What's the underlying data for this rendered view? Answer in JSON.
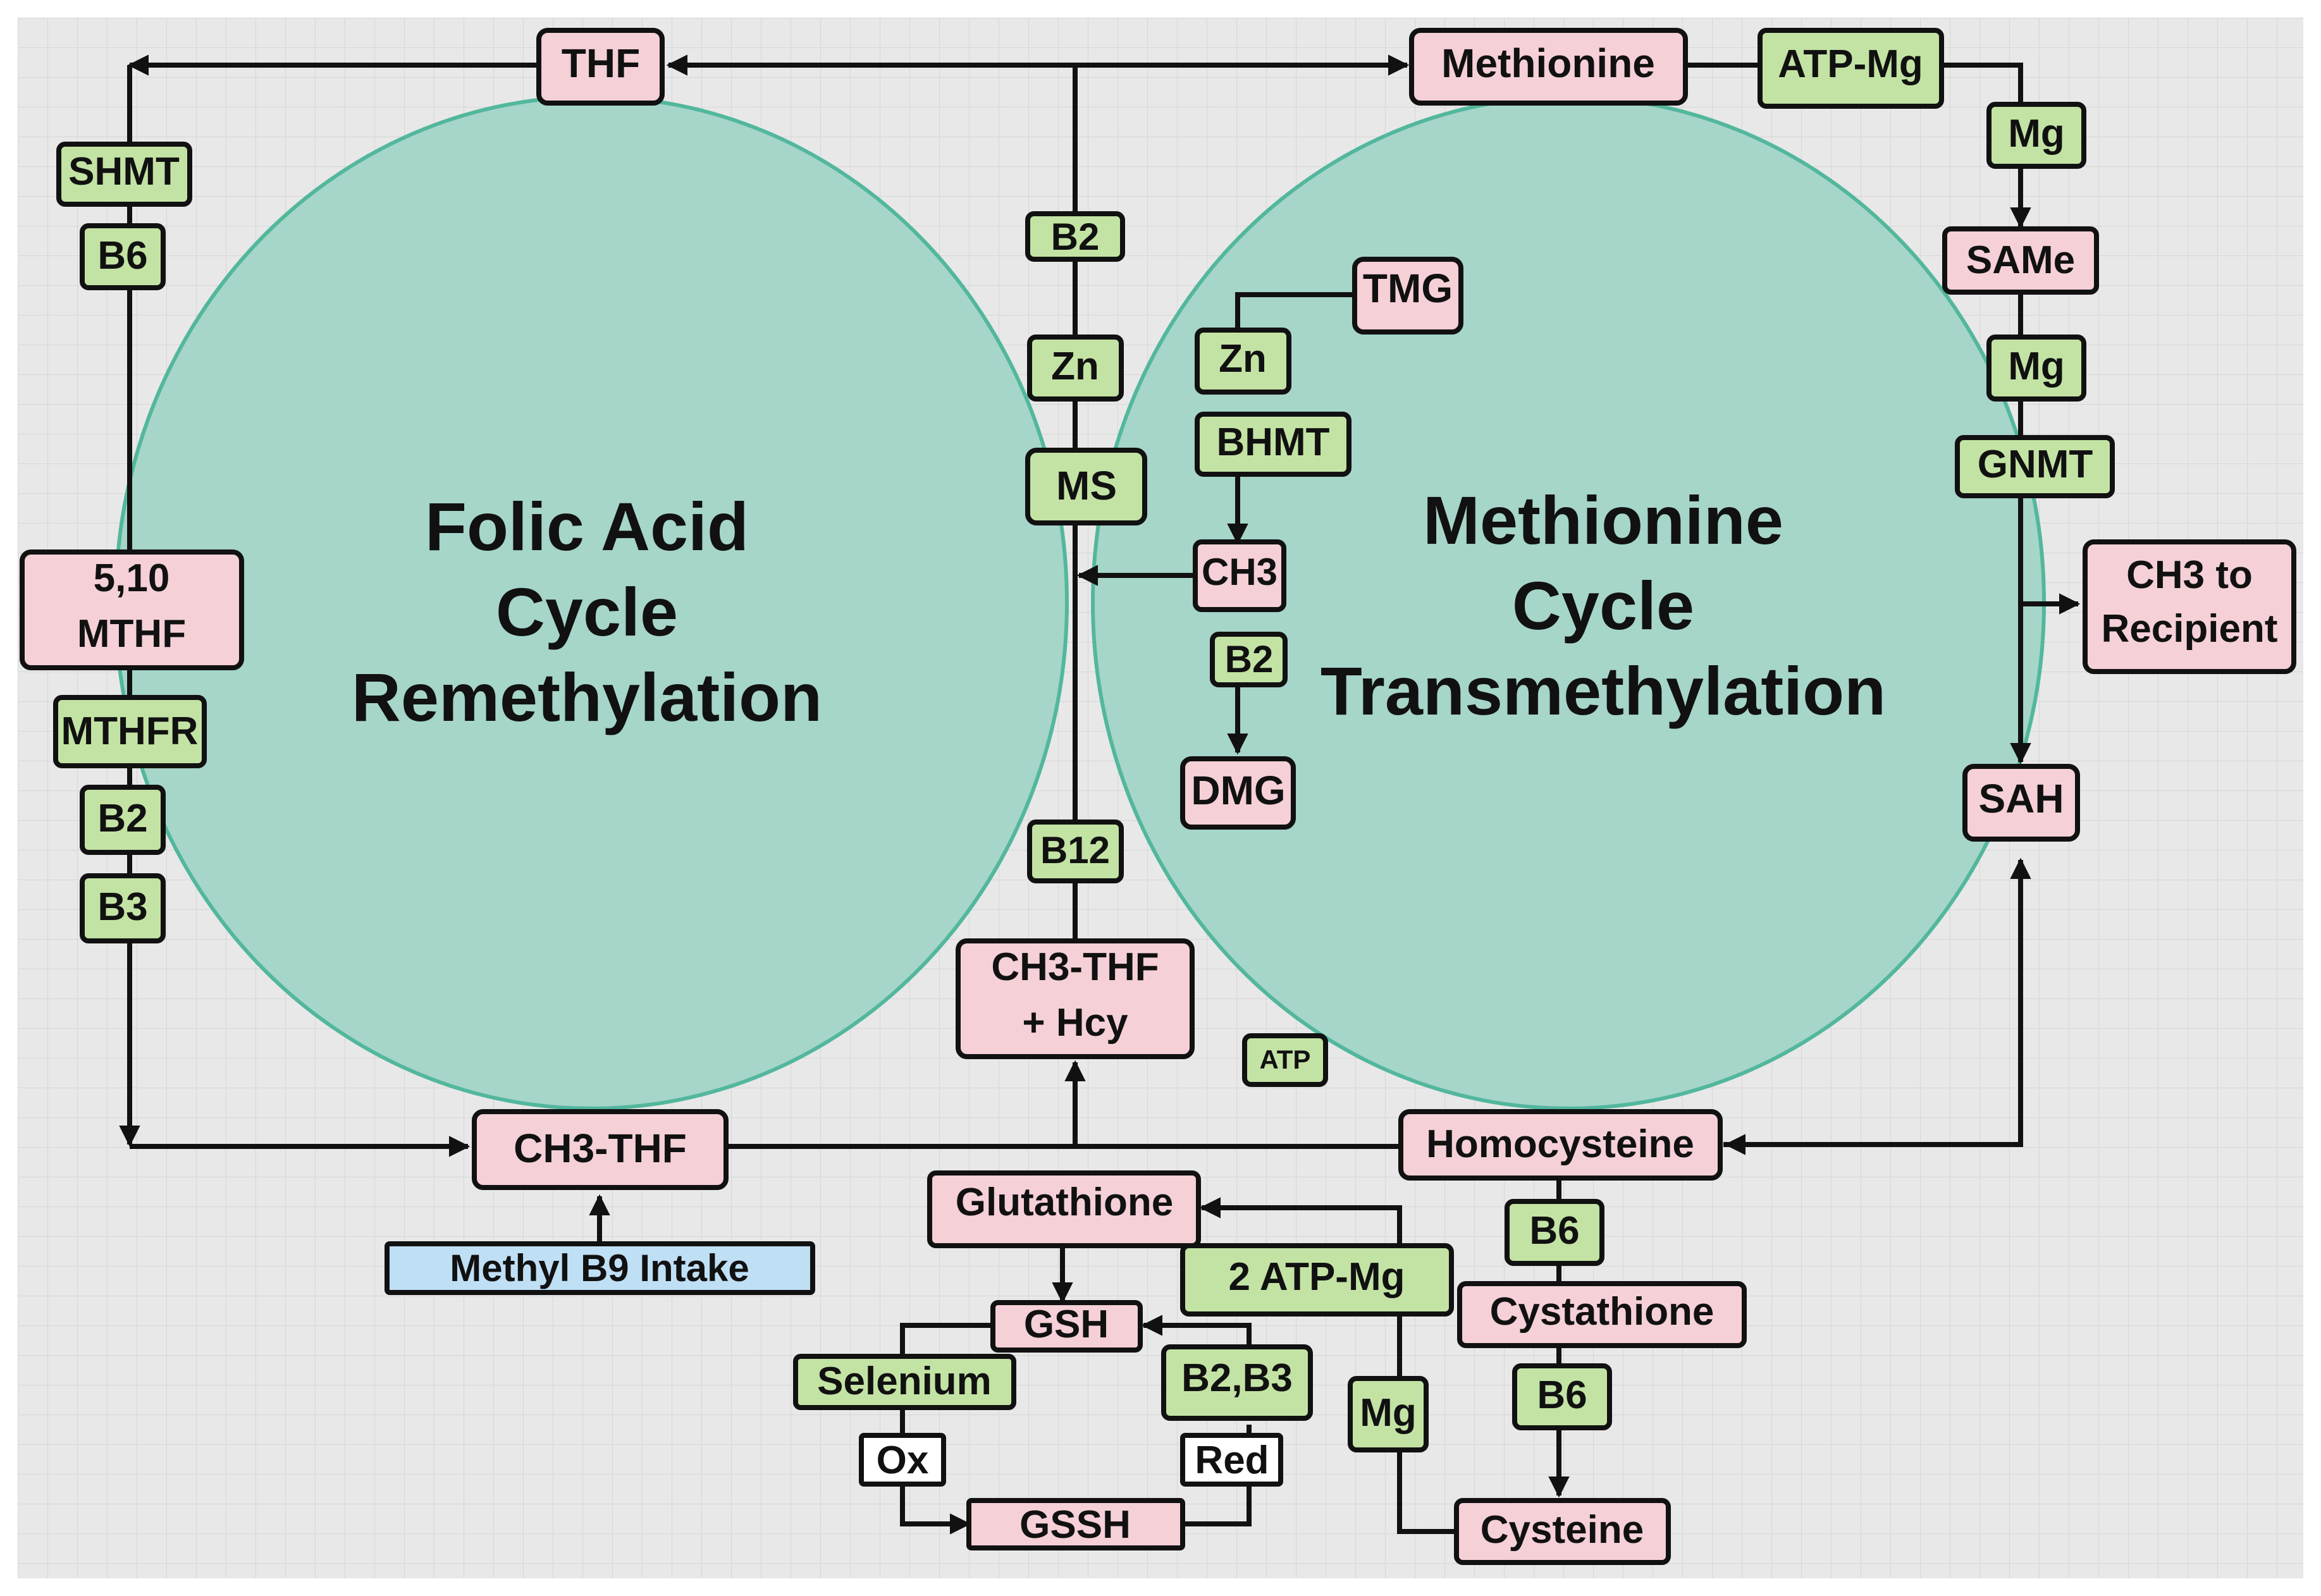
{
  "title_left": [
    "Folic Acid",
    "Cycle",
    "Remethylation"
  ],
  "title_right": [
    "Methionine",
    "Cycle",
    "Transmethylation"
  ],
  "nodes": {
    "thf": "THF",
    "methionine": "Methionine",
    "atp_mg_top": "ATP-Mg",
    "mg_1": "Mg",
    "same": "SAMe",
    "mg_2": "Mg",
    "gnmt": "GNMT",
    "ch3_recipient": [
      "CH3 to",
      "Recipient"
    ],
    "sah": "SAH",
    "shmt": "SHMT",
    "b6_left": "B6",
    "mthf_510": [
      "5,10",
      "MTHF"
    ],
    "mthfr": "MTHFR",
    "b2_left": "B2",
    "b3_left": "B3",
    "b2_center": "B2",
    "zn_center": "Zn",
    "ms": "MS",
    "b12": "B12",
    "ch3_thf_hcy": [
      "CH3-THF",
      "+ Hcy"
    ],
    "tmg": "TMG",
    "zn_bhmt": "Zn",
    "bhmt": "BHMT",
    "ch3": "CH3",
    "b2_dmg": "B2",
    "dmg": "DMG",
    "atp_small": "ATP",
    "ch3_thf": "CH3-THF",
    "methyl_b9": "Methyl B9 Intake",
    "homocysteine": "Homocysteine",
    "b6_hcy": "B6",
    "cystathionine": "Cystathione",
    "b6_cys": "B6",
    "cysteine": "Cysteine",
    "glutathione": "Glutathione",
    "atp_mg_2": "2 ATP-Mg",
    "mg_glut": "Mg",
    "gsh": "GSH",
    "selenium": "Selenium",
    "b2b3": "B2,B3",
    "ox": "Ox",
    "red": "Red",
    "gssh": "GSSH"
  },
  "colors": {
    "circle_fill": "#a6d5c9",
    "circle_stroke": "#52b79d",
    "metabolite": "#f5d0d7",
    "cofactor": "#c3e3a4",
    "intake": "#bfdff5"
  }
}
